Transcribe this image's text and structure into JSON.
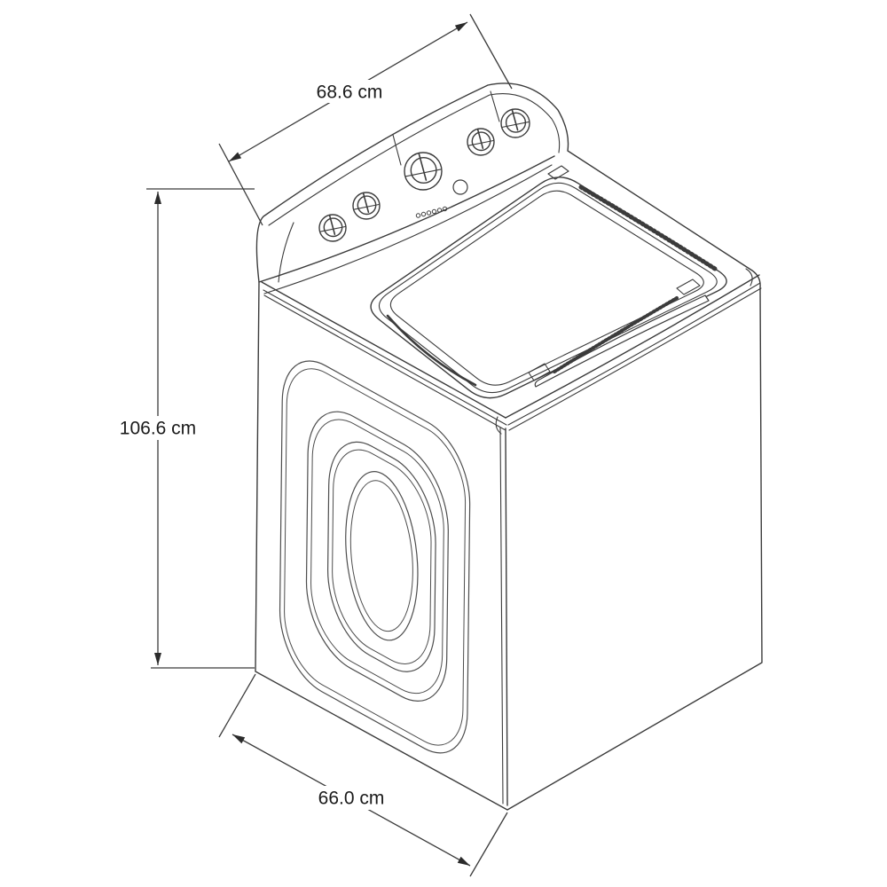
{
  "colors": {
    "background": "#ffffff",
    "line": "#3b3b3b",
    "text": "#1a1a1a"
  },
  "diagram": {
    "subject": "top-load washing machine technical line drawing",
    "view": "three-quarter elevated view",
    "dimensions": {
      "width": {
        "label": "68.6 cm"
      },
      "height": {
        "label": "106.6 cm"
      },
      "depth": {
        "label": "66.0 cm"
      }
    },
    "console": {
      "knob_count": 5,
      "button_count": 1,
      "indicator_dot_count": 6
    }
  }
}
